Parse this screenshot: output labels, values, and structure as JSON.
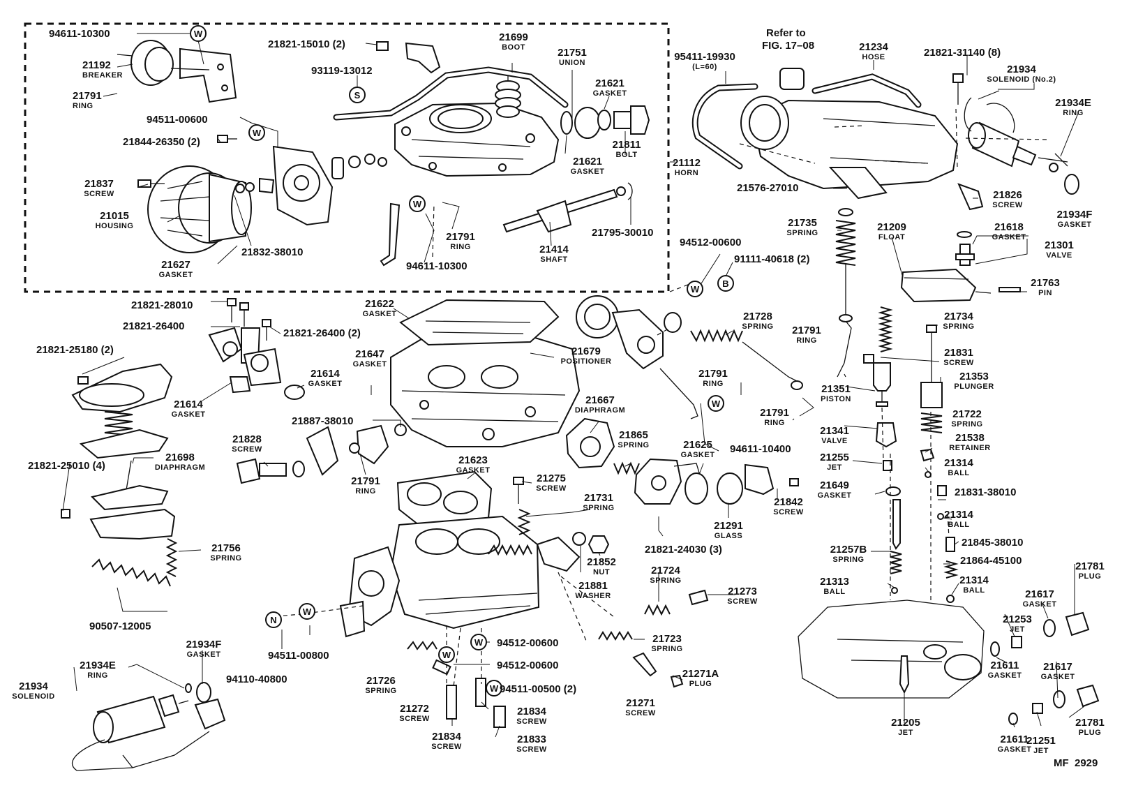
{
  "diagram": {
    "footer_code": "MF  2929",
    "refer_note": [
      "Refer to",
      "FIG. 17–08"
    ],
    "markers": {
      "W": "W",
      "S": "S",
      "B": "B",
      "N": "N"
    },
    "labels": [
      {
        "id": "p01",
        "number": "94611-10300"
      },
      {
        "id": "p02",
        "number": "21192",
        "name": "BREAKER"
      },
      {
        "id": "p03",
        "number": "21791",
        "name": "RING"
      },
      {
        "id": "p04",
        "number": "21821-15010 (2)"
      },
      {
        "id": "p05",
        "number": "21699",
        "name": "BOOT"
      },
      {
        "id": "p06",
        "number": "93119-13012"
      },
      {
        "id": "p07",
        "number": "21751",
        "name": "UNION"
      },
      {
        "id": "p08",
        "number": "21621",
        "name": "GASKET"
      },
      {
        "id": "p09",
        "number": "94511-00600"
      },
      {
        "id": "p10",
        "number": "21844-26350 (2)"
      },
      {
        "id": "p11",
        "number": "21621",
        "name": "GASKET"
      },
      {
        "id": "p12",
        "number": "21811",
        "name": "BOLT"
      },
      {
        "id": "p13",
        "number": "21112",
        "name": "HORN"
      },
      {
        "id": "p14",
        "number": "21837",
        "name": "SCREW"
      },
      {
        "id": "p15",
        "number": "21015",
        "name": "HOUSING"
      },
      {
        "id": "p16",
        "number": "21791",
        "name": "RING"
      },
      {
        "id": "p17",
        "number": "21414",
        "name": "SHAFT"
      },
      {
        "id": "p18",
        "number": "21795-30010"
      },
      {
        "id": "p19",
        "number": "21832-38010"
      },
      {
        "id": "p20",
        "number": "21627",
        "name": "GASKET"
      },
      {
        "id": "p21",
        "number": "94611-10300"
      },
      {
        "id": "p22",
        "number": "95411-19930",
        "name": "(L=60)"
      },
      {
        "id": "p23",
        "number": "21234",
        "name": "HOSE"
      },
      {
        "id": "p24",
        "number": "21821-31140 (8)"
      },
      {
        "id": "p25",
        "number": "21934",
        "name": "SOLENOID (No.2)"
      },
      {
        "id": "p26",
        "number": "21934E",
        "name": "RING"
      },
      {
        "id": "p27",
        "number": "21576-27010"
      },
      {
        "id": "p28",
        "number": "21826",
        "name": "SCREW"
      },
      {
        "id": "p29",
        "number": "21934F",
        "name": "GASKET"
      },
      {
        "id": "p30",
        "number": "21735",
        "name": "SPRING"
      },
      {
        "id": "p31",
        "number": "21209",
        "name": "FLOAT"
      },
      {
        "id": "p32",
        "number": "21618",
        "name": "GASKET"
      },
      {
        "id": "p33",
        "number": "21301",
        "name": "VALVE"
      },
      {
        "id": "p34",
        "number": "21763",
        "name": "PIN"
      },
      {
        "id": "p35",
        "number": "94512-00600"
      },
      {
        "id": "p36",
        "number": "91111-40618 (2)"
      },
      {
        "id": "p37",
        "number": "21821-28010"
      },
      {
        "id": "p38",
        "number": "21821-26400"
      },
      {
        "id": "p39",
        "number": "21821-26400 (2)"
      },
      {
        "id": "p40",
        "number": "21622",
        "name": "GASKET"
      },
      {
        "id": "p41",
        "number": "21821-25180 (2)"
      },
      {
        "id": "p42",
        "number": "21647",
        "name": "GASKET"
      },
      {
        "id": "p43",
        "number": "21614",
        "name": "GASKET"
      },
      {
        "id": "p44",
        "number": "21614",
        "name": "GASKET"
      },
      {
        "id": "p45",
        "number": "21679",
        "name": "POSITIONER"
      },
      {
        "id": "p46",
        "number": "21728",
        "name": "SPRING"
      },
      {
        "id": "p47",
        "number": "21791",
        "name": "RING"
      },
      {
        "id": "p48",
        "number": "21734",
        "name": "SPRING"
      },
      {
        "id": "p49",
        "number": "21831",
        "name": "SCREW"
      },
      {
        "id": "p50",
        "number": "21351",
        "name": "PISTON"
      },
      {
        "id": "p51",
        "number": "21353",
        "name": "PLUNGER"
      },
      {
        "id": "p52",
        "number": "21791",
        "name": "RING"
      },
      {
        "id": "p53",
        "number": "21667",
        "name": "DIAPHRAGM"
      },
      {
        "id": "p54",
        "number": "21887-38010"
      },
      {
        "id": "p55",
        "number": "21791",
        "name": "RING"
      },
      {
        "id": "p56",
        "number": "21341",
        "name": "VALVE"
      },
      {
        "id": "p57",
        "number": "21722",
        "name": "SPRING"
      },
      {
        "id": "p58",
        "number": "21828",
        "name": "SCREW"
      },
      {
        "id": "p59",
        "number": "21865",
        "name": "SPRING"
      },
      {
        "id": "p60",
        "number": "21625",
        "name": "GASKET"
      },
      {
        "id": "p61",
        "number": "94611-10400"
      },
      {
        "id": "p62",
        "number": "21538",
        "name": "RETAINER"
      },
      {
        "id": "p63",
        "number": "21698",
        "name": "DIAPHRAGM"
      },
      {
        "id": "p64",
        "number": "21821-25010 (4)"
      },
      {
        "id": "p65",
        "number": "21623",
        "name": "GASKET"
      },
      {
        "id": "p66",
        "number": "21791",
        "name": "RING"
      },
      {
        "id": "p67",
        "number": "21255",
        "name": "JET"
      },
      {
        "id": "p68",
        "number": "21314",
        "name": "BALL"
      },
      {
        "id": "p69",
        "number": "21275",
        "name": "SCREW"
      },
      {
        "id": "p70",
        "number": "21649",
        "name": "GASKET"
      },
      {
        "id": "p71",
        "number": "21842",
        "name": "SCREW"
      },
      {
        "id": "p72",
        "number": "21831-38010"
      },
      {
        "id": "p73",
        "number": "21731",
        "name": "SPRING"
      },
      {
        "id": "p74",
        "number": "21291",
        "name": "GLASS"
      },
      {
        "id": "p75",
        "number": "21314",
        "name": "BALL"
      },
      {
        "id": "p76",
        "number": "21845-38010"
      },
      {
        "id": "p77",
        "number": "21756",
        "name": "SPRING"
      },
      {
        "id": "p78",
        "number": "21852",
        "name": "NUT"
      },
      {
        "id": "p79",
        "number": "21821-24030 (3)"
      },
      {
        "id": "p80",
        "number": "21257B",
        "name": "SPRING"
      },
      {
        "id": "p81",
        "number": "21864-45100"
      },
      {
        "id": "p82",
        "number": "21781",
        "name": "PLUG"
      },
      {
        "id": "p83",
        "number": "21881",
        "name": "WASHER"
      },
      {
        "id": "p84",
        "number": "21724",
        "name": "SPRING"
      },
      {
        "id": "p85",
        "number": "21273",
        "name": "SCREW"
      },
      {
        "id": "p86",
        "number": "21313",
        "name": "BALL"
      },
      {
        "id": "p87",
        "number": "21314",
        "name": "BALL"
      },
      {
        "id": "p88",
        "number": "21617",
        "name": "GASKET"
      },
      {
        "id": "p89",
        "number": "21253",
        "name": "JET"
      },
      {
        "id": "p90",
        "number": "90507-12005"
      },
      {
        "id": "p91",
        "number": "21723",
        "name": "SPRING"
      },
      {
        "id": "p92",
        "number": "21934F",
        "name": "GASKET"
      },
      {
        "id": "p93",
        "number": "21934E",
        "name": "RING"
      },
      {
        "id": "p94",
        "number": "94512-00600"
      },
      {
        "id": "p95",
        "number": "94512-00600"
      },
      {
        "id": "p96",
        "number": "21611",
        "name": "GASKET"
      },
      {
        "id": "p97",
        "number": "21617",
        "name": "GASKET"
      },
      {
        "id": "p98",
        "number": "21934",
        "name": "SOLENOID"
      },
      {
        "id": "p99",
        "number": "94511-00800"
      },
      {
        "id": "p100",
        "number": "94110-40800"
      },
      {
        "id": "p101",
        "number": "21726",
        "name": "SPRING"
      },
      {
        "id": "p102",
        "number": "21272",
        "name": "SCREW"
      },
      {
        "id": "p103",
        "number": "94511-00500 (2)"
      },
      {
        "id": "p104",
        "number": "21271A",
        "name": "PLUG"
      },
      {
        "id": "p105",
        "number": "21271",
        "name": "SCREW"
      },
      {
        "id": "p106",
        "number": "21834",
        "name": "SCREW"
      },
      {
        "id": "p107",
        "number": "21834",
        "name": "SCREW"
      },
      {
        "id": "p108",
        "number": "21833",
        "name": "SCREW"
      },
      {
        "id": "p109",
        "number": "21205",
        "name": "JET"
      },
      {
        "id": "p110",
        "number": "21611",
        "name": "GASKET"
      },
      {
        "id": "p111",
        "number": "21251",
        "name": "JET"
      },
      {
        "id": "p112",
        "number": "21781",
        "name": "PLUG"
      }
    ]
  }
}
